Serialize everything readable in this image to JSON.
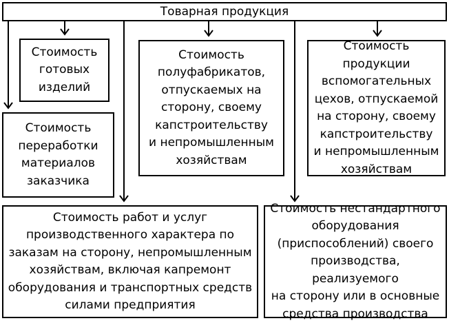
{
  "diagram": {
    "root": {
      "label": "Товарная продукция"
    },
    "items": [
      {
        "id": "finished",
        "label": "Стоимость\nготовых\nизделий"
      },
      {
        "id": "semi",
        "label": "Стоимость\nполуфабрикатов,\nотпускаемых на\nсторону, своему\nкапстроительству\nи непромышленным\nхозяйствам"
      },
      {
        "id": "aux",
        "label": "Стоимость продукции\nвспомогательных\nцехов, отпускаемой\nна сторону, своему\nкапстроительству\nи непромышленным\nхозяйствам"
      },
      {
        "id": "processing",
        "label": "Стоимость\nпереработки\nматериалов\nзаказчика"
      },
      {
        "id": "works",
        "label": "Стоимость работ и услуг\nпроизводственного характера по\nзаказам на сторону, непромышленным\nхозяйствам, включая капремонт\nоборудования и транспортных средств\nсилами предприятия"
      },
      {
        "id": "equipment",
        "label": "Стоимость нестандартного\nоборудования\n(приспособлений) своего\nпроизводства, реализуемого\nна сторону или в основные\nсредства производства"
      }
    ]
  }
}
